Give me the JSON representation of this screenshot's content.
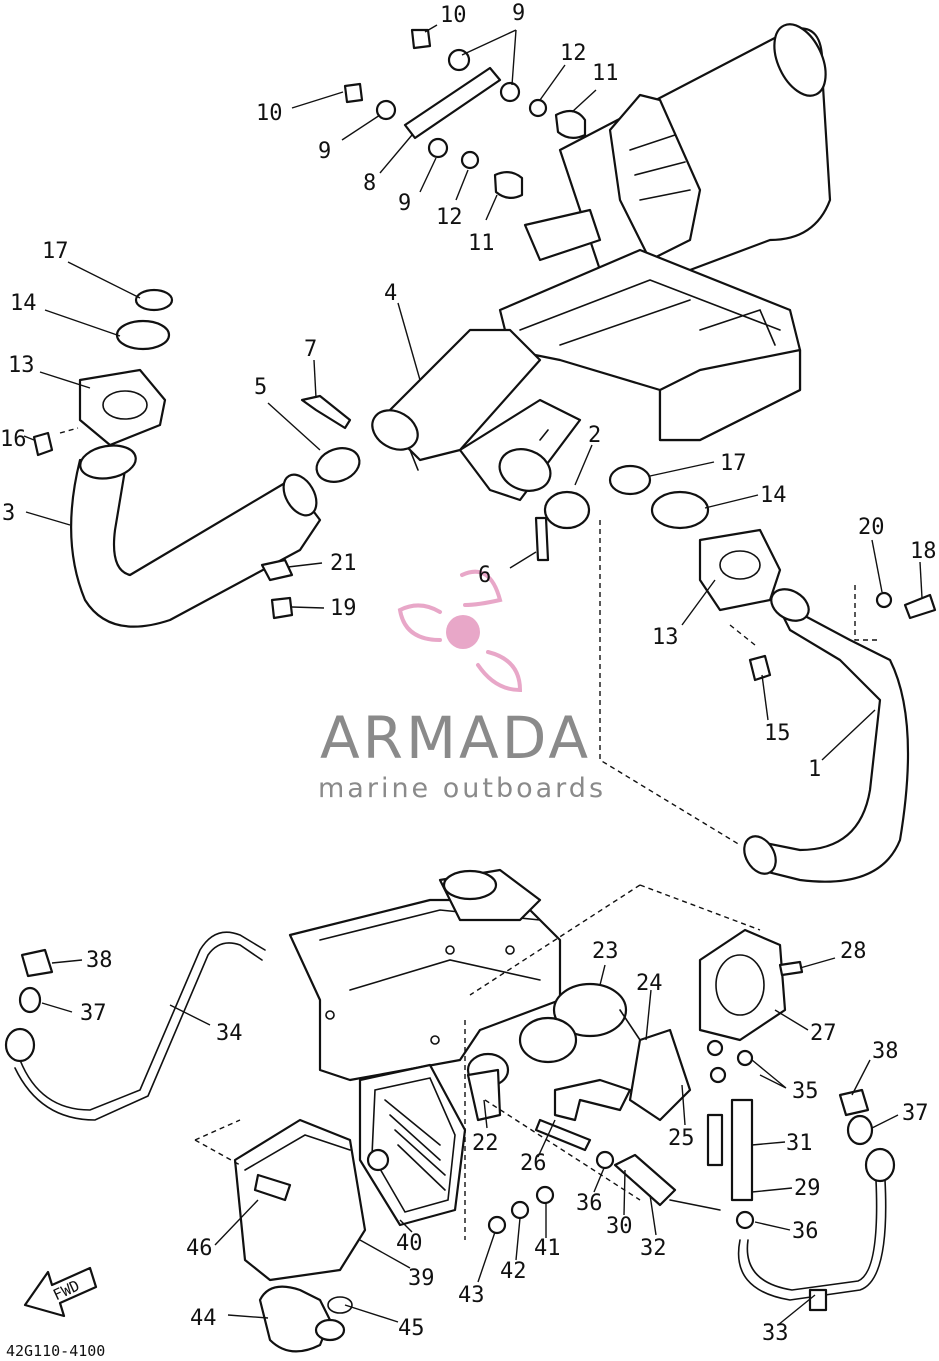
{
  "diagram_code": "42G110-4100",
  "direction_marker": "FWD",
  "watermark": {
    "brand": "ARMADA",
    "tagline": "marine outboards",
    "logo_color": "#e8a7c8",
    "text_color": "#8a8a8a"
  },
  "callouts": [
    "10",
    "9",
    "10",
    "9",
    "8",
    "9",
    "12",
    "11",
    "12",
    "11",
    "17",
    "14",
    "13",
    "16",
    "3",
    "5",
    "7",
    "4",
    "2",
    "6",
    "21",
    "19",
    "17",
    "14",
    "13",
    "15",
    "1",
    "20",
    "18",
    "38",
    "37",
    "34",
    "23",
    "24",
    "28",
    "27",
    "35",
    "38",
    "37",
    "22",
    "26",
    "25",
    "31",
    "29",
    "36",
    "36",
    "30",
    "32",
    "33",
    "40",
    "39",
    "46",
    "44",
    "45",
    "43",
    "42",
    "41"
  ]
}
